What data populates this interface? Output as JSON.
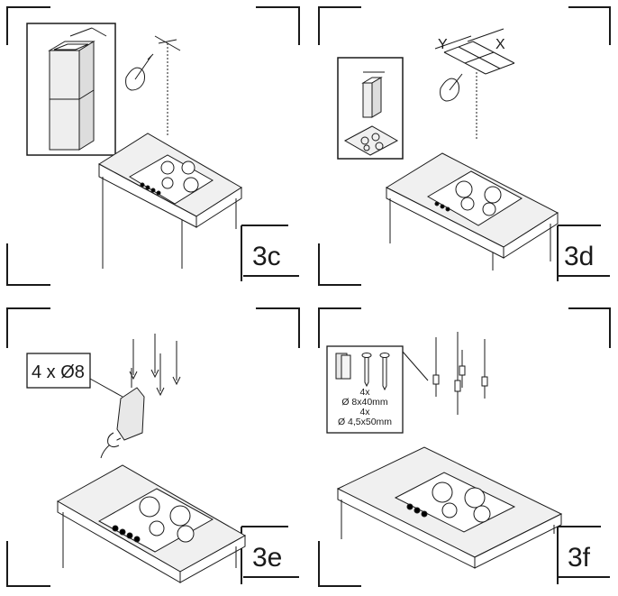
{
  "panels": [
    {
      "id": "3c",
      "label": "3c"
    },
    {
      "id": "3d",
      "label": "3d"
    },
    {
      "id": "3e",
      "label": "3e"
    },
    {
      "id": "3f",
      "label": "3f"
    }
  ],
  "panel_3d": {
    "axis_y": "Y",
    "axis_x": "X"
  },
  "panel_3e": {
    "drill_callout": "4 x Ø8"
  },
  "panel_3f": {
    "kit_qty_1": "4x",
    "kit_spec_1": "Ø 8x40mm",
    "kit_qty_2": "4x",
    "kit_spec_2": "Ø 4,5x50mm"
  },
  "colors": {
    "line": "#1a1a1a",
    "paper": "#ffffff",
    "panel_fill": "#f0f0f0"
  }
}
